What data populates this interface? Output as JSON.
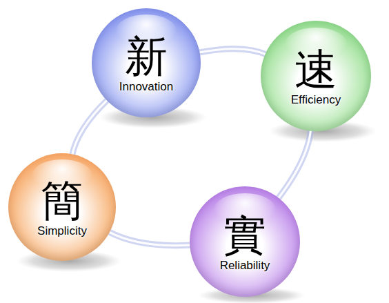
{
  "diagram": {
    "nodes": [
      {
        "text": [
          "新",
          "Innovation"
        ]
      },
      {
        "text": [
          "速",
          "Efficiency"
        ]
      },
      {
        "text": [
          "簡",
          "Simplicity"
        ]
      },
      {
        "text": [
          "實",
          "Reliability"
        ]
      }
    ],
    "edges": [
      {
        "from": 0,
        "to": 1,
        "arrow": "none"
      },
      {
        "from": 1,
        "to": 3,
        "arrow": "none"
      },
      {
        "from": 3,
        "to": 2,
        "arrow": "none"
      },
      {
        "from": 2,
        "to": 0,
        "arrow": "none"
      }
    ]
  }
}
